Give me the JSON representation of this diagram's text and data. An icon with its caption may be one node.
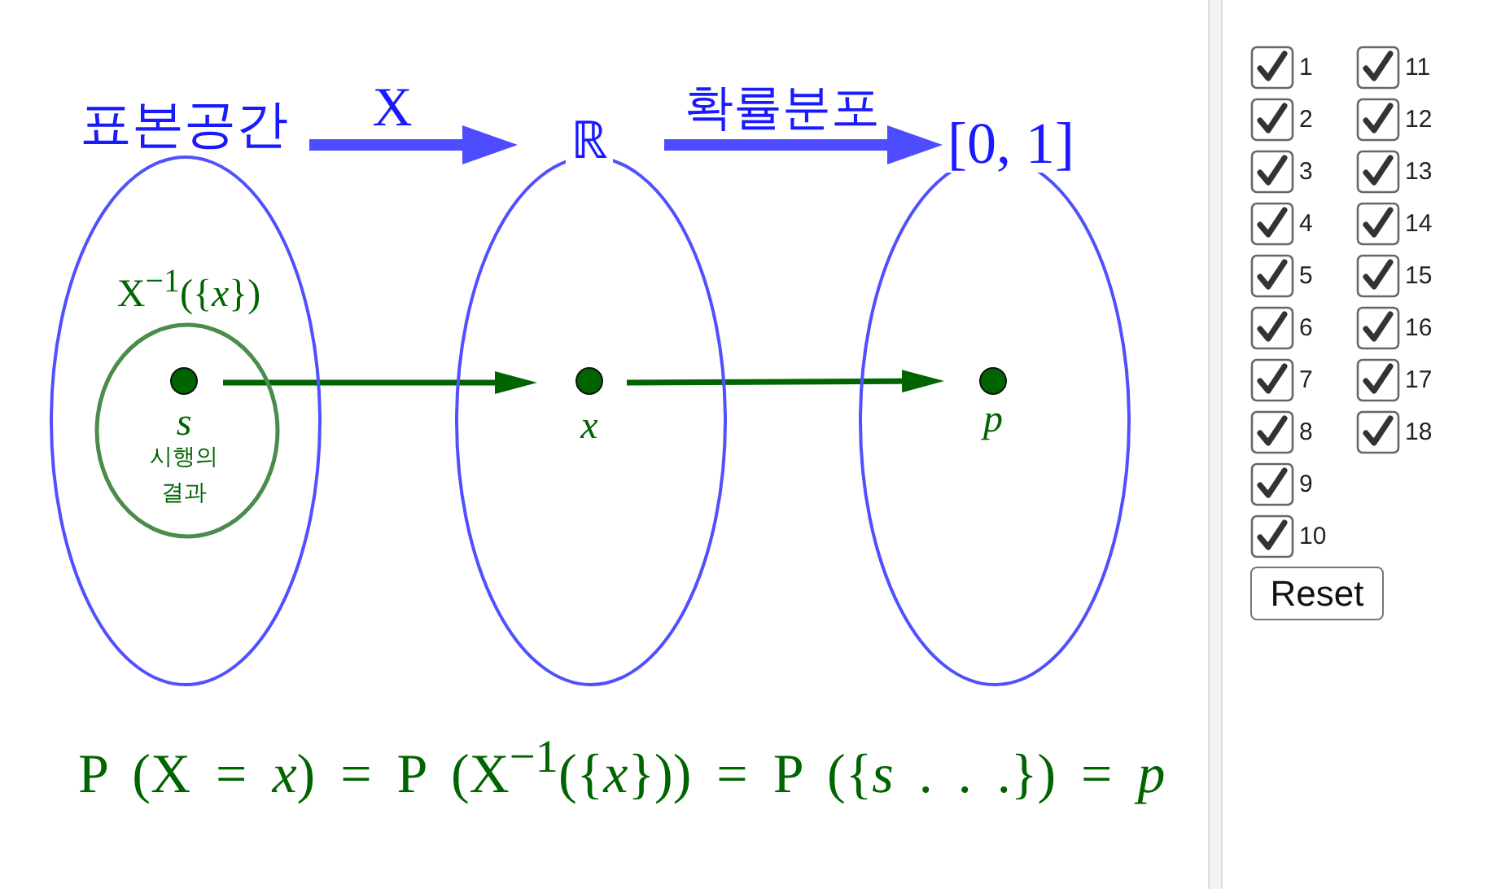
{
  "diagram": {
    "nodes": [
      {
        "text": [
          "표본공간"
        ]
      },
      {
        "text": [
          "ℝ"
        ]
      },
      {
        "text": [
          "[0, 1]"
        ]
      },
      {
        "text": [
          "X$^{−1}$({*x*})"
        ],
        "in": 0
      },
      {
        "text": [],
        "shape": "circle",
        "in": 3,
        "beside": [
          "*s*",
          "시행의 결과"
        ]
      },
      {
        "text": [],
        "shape": "circle",
        "in": 1,
        "beside": [
          "*x*"
        ]
      },
      {
        "text": [],
        "shape": "circle",
        "in": 2,
        "beside": [
          "*p*"
        ]
      }
    ],
    "edges": [
      {
        "from": 0,
        "to": 1,
        "arrow": "to",
        "label": "X",
        "style": "thick",
        "color": "#4d4dff"
      },
      {
        "from": 1,
        "to": 2,
        "arrow": "to",
        "label": "확률분포",
        "style": "thick",
        "color": "#4d4dff"
      },
      {
        "from": 4,
        "to": 5,
        "arrow": "to",
        "color": "#006400"
      },
      {
        "from": 5,
        "to": 6,
        "arrow": "to",
        "color": "#006400"
      }
    ],
    "labels": [
      "P (X = *x*) = P (X$^{−1}$({*x*})) = P ({*s* . . .}) = *p*",
      "1",
      "11",
      "2",
      "12",
      "3",
      "13",
      "4",
      "14",
      "5",
      "15",
      "6",
      "16",
      "7",
      "17",
      "8",
      "18",
      "9",
      "10",
      "Reset"
    ]
  }
}
